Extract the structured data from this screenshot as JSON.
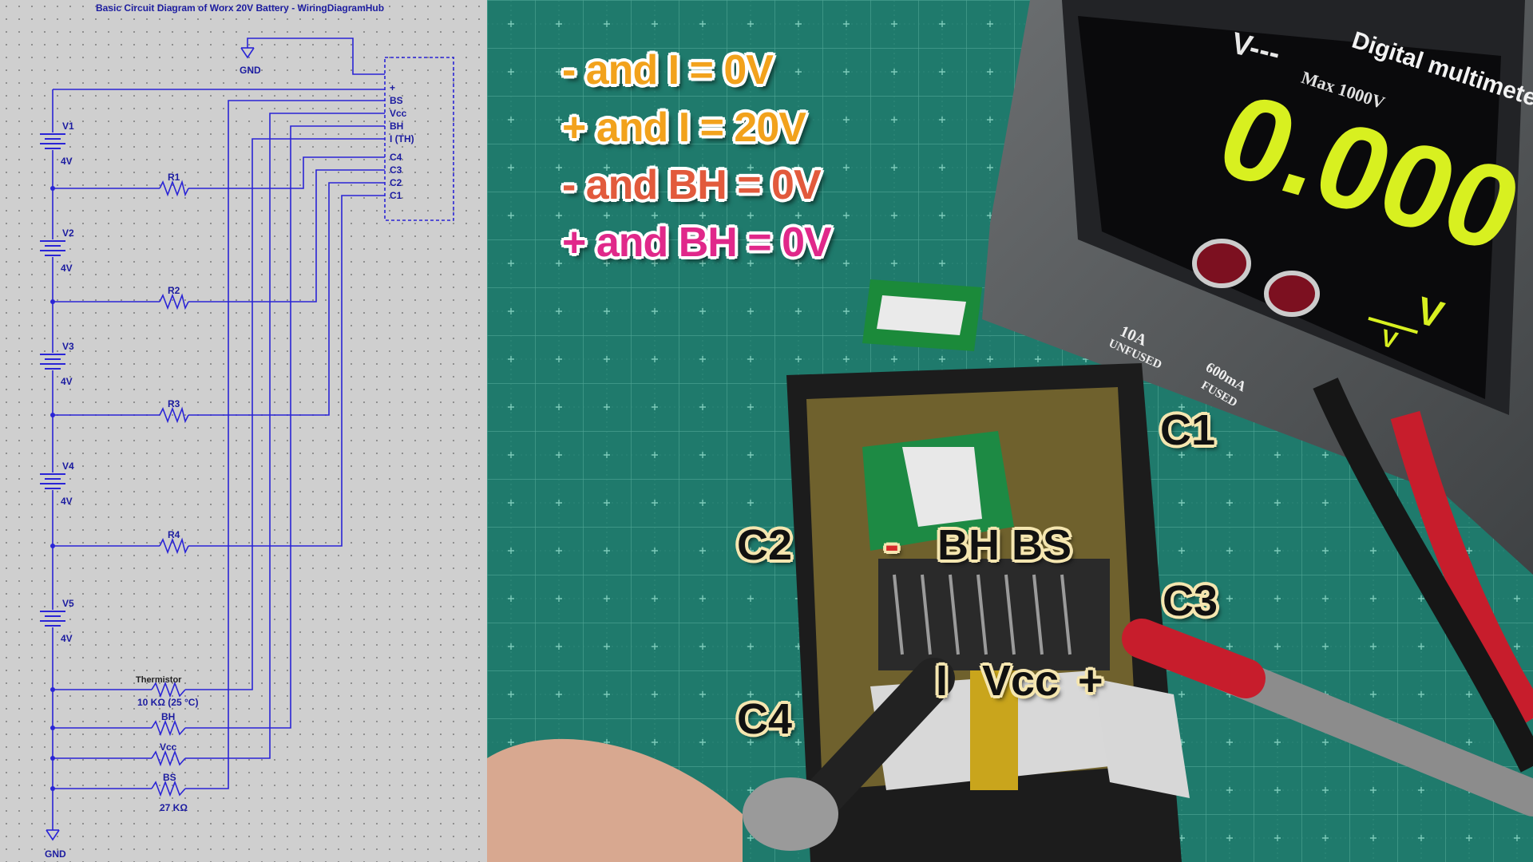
{
  "schematic": {
    "title": "Basic Circuit Diagram of Worx 20V Battery - WiringDiagramHub",
    "gnd_top": "GND",
    "gnd_bottom": "GND",
    "connector_pins": [
      "+",
      "BS",
      "Vcc",
      "BH",
      "I (TH)",
      "C4",
      "C3",
      "C2",
      "C1"
    ],
    "cells": [
      {
        "name": "V1",
        "value": "4V"
      },
      {
        "name": "V2",
        "value": "4V"
      },
      {
        "name": "V3",
        "value": "4V"
      },
      {
        "name": "V4",
        "value": "4V"
      },
      {
        "name": "V5",
        "value": "4V"
      }
    ],
    "resistors": [
      {
        "name": "R1",
        "value": ""
      },
      {
        "name": "R2",
        "value": ""
      },
      {
        "name": "R3",
        "value": ""
      },
      {
        "name": "R4",
        "value": ""
      },
      {
        "name": "Thermistor",
        "value": "10 KΩ (25 °C)"
      },
      {
        "name": "BH",
        "value": ""
      },
      {
        "name": "Vcc",
        "value": ""
      },
      {
        "name": "BS",
        "value": "27 KΩ"
      }
    ],
    "colors": {
      "wire": "#2a24d6",
      "label": "#1c1ca0",
      "background": "#cfcfcf"
    }
  },
  "photo": {
    "measurements": [
      {
        "text": "- and I = 0V",
        "color": "#f2a21c"
      },
      {
        "text": "+ and I = 20V",
        "color": "#f2a21c"
      },
      {
        "text": "- and BH = 0V",
        "color": "#e25a3c"
      },
      {
        "text": "+ and BH = 0V",
        "color": "#e0288a"
      }
    ],
    "contact_labels": {
      "c1": "C1",
      "c2": "C2",
      "c3": "C3",
      "c4": "C4",
      "minus": "-",
      "bh_bs": "BH BS",
      "i": "I",
      "vcc": "Vcc",
      "plus": "+"
    },
    "multimeter": {
      "reading": "0.000",
      "unit": "V",
      "title": "Digital multimeter",
      "max": "Max 1000V",
      "logo": "V---",
      "jack1": "10A",
      "jack1_note": "UNFUSED",
      "jack2": "600mA",
      "jack2_note": "FUSED",
      "range_mark": "V"
    },
    "colors": {
      "mat": "#1f7a6c",
      "grid": "#5fb8a6",
      "reading": "#d8f020"
    }
  }
}
